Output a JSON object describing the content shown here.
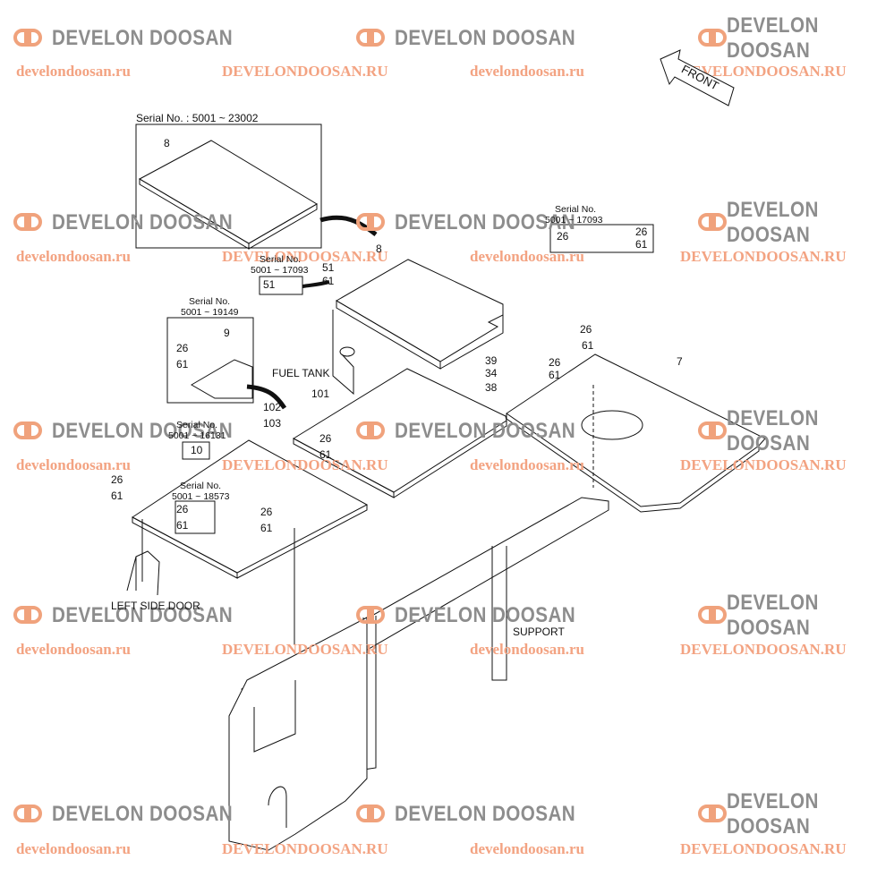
{
  "watermark": {
    "brand": "DEVELON DOOSAN",
    "url_lower": "develondoosan.ru",
    "url_upper": "DEVELONDOOSAN.RU",
    "brand_color": "#8d8d8d",
    "accent_color": "#f0a27c"
  },
  "direction": {
    "label": "FRONT"
  },
  "serials": {
    "s23002": "Serial No. : 5001 ~ 23002",
    "s17093a_l1": "Serial No.",
    "s17093a_l2": "5001 ~ 17093",
    "s17093b_l1": "Serial No.",
    "s17093b_l2": "5001 ~ 17093",
    "s19149_l1": "Serial No.",
    "s19149_l2": "5001 ~ 19149",
    "s16131_l1": "Serial No.",
    "s16131_l2": "5001 ~ 16131",
    "s18573_l1": "Serial No.",
    "s18573_l2": "5001 ~ 18573"
  },
  "parts": {
    "p8a": "8",
    "p8b": "8",
    "p9": "9",
    "p10": "10",
    "p7": "7",
    "p101": "101",
    "p51a": "51",
    "p51b": "51",
    "p61": "61",
    "p26": "26",
    "p39": "39",
    "p34": "34",
    "p38": "38",
    "p102": "102",
    "p103": "103"
  },
  "callouts": {
    "fuel_tank": "FUEL TANK",
    "left_side_door": "LEFT SIDE DOOR",
    "support": "SUPPORT"
  }
}
